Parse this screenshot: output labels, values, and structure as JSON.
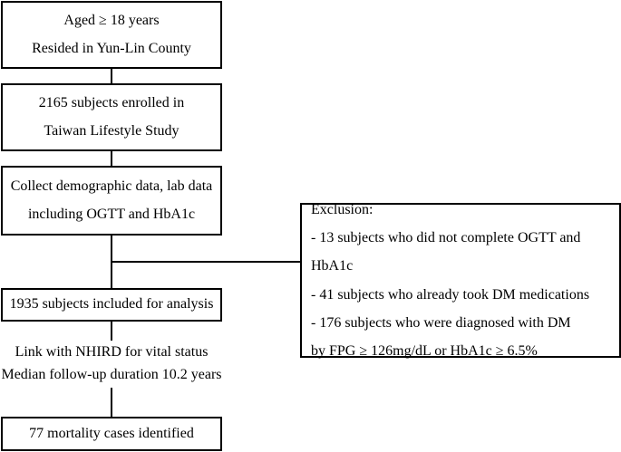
{
  "flowchart": {
    "steps": [
      {
        "lines": [
          "Aged ≥ 18 years",
          "Resided in Yun-Lin County"
        ]
      },
      {
        "lines": [
          "2165 subjects enrolled in",
          "Taiwan Lifestyle Study"
        ]
      },
      {
        "lines": [
          "Collect demographic data, lab data",
          "including OGTT and HbA1c"
        ]
      },
      {
        "lines": [
          "1935 subjects included for analysis"
        ]
      },
      {
        "lines": [
          "Link with NHIRD for vital status",
          "Median follow-up duration 10.2 years"
        ]
      },
      {
        "lines": [
          "77 mortality cases identified"
        ]
      }
    ],
    "exclusion": {
      "lines": [
        "Exclusion:",
        "- 13 subjects who did not complete OGTT and HbA1c",
        "- 41 subjects who already took DM medications",
        "- 176 subjects who were diagnosed with DM",
        "by FPG ≥ 126mg/dL or HbA1c ≥ 6.5%"
      ]
    }
  }
}
